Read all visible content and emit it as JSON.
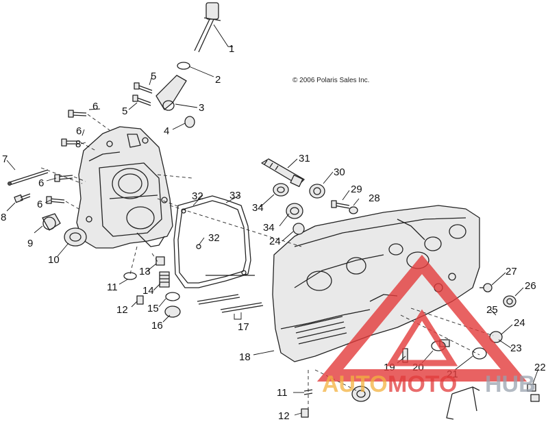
{
  "copyright": "© 2006 Polaris Sales Inc.",
  "callouts": {
    "c1": "1",
    "c2": "2",
    "c3": "3",
    "c4": "4",
    "c5a": "5",
    "c5b": "5",
    "c6a": "6",
    "c6b": "6",
    "c6c": "6",
    "c6d": "6",
    "c7": "7",
    "c8a": "8",
    "c8b": "8",
    "c9": "9",
    "c10": "10",
    "c11a": "11",
    "c11b": "11",
    "c12a": "12",
    "c12b": "12",
    "c13": "13",
    "c14": "14",
    "c15": "15",
    "c16": "16",
    "c17": "17",
    "c18": "18",
    "c19": "19",
    "c20": "20",
    "c21": "21",
    "c22": "22",
    "c23": "23",
    "c24a": "24",
    "c24b": "24",
    "c25": "25",
    "c26": "26",
    "c27": "27",
    "c28": "28",
    "c29": "29",
    "c30": "30",
    "c31": "31",
    "c32a": "32",
    "c32b": "32",
    "c33": "33",
    "c34a": "34",
    "c34b": "34"
  },
  "watermark": {
    "part1": "AUTO",
    "part2": "MOTO",
    "part3": "HUB",
    "color_red": "#e23b3b",
    "color_orange": "#f3b240",
    "color_grey": "#9aa3b0"
  }
}
